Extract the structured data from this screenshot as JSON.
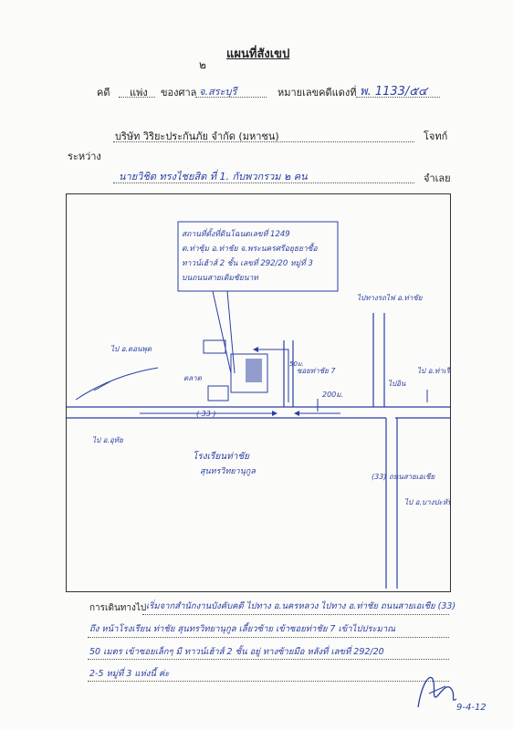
{
  "header": {
    "page_number": "๒",
    "title": "แผนที่สังเขป"
  },
  "case_line": {
    "label_case": "คดี",
    "case_type": "แพ่ง",
    "label_court": "ของศาล",
    "court_name": "จ.สระบุรี",
    "label_black_no": "หมายเลขคดีแดงที่",
    "black_no": "พ. 1133/๕๔"
  },
  "parties": {
    "plaintiff": "บริษัท วิริยะประกันภัย จำกัด (มหาชน)",
    "plaintiff_role": "โจทก์",
    "between_label": "ระหว่าง",
    "defendant": "นายวิชิต ทรงไชยสิต ที่ 1. กับพวกรวม ๒ คน",
    "defendant_role": "จำเลย"
  },
  "map": {
    "callout": [
      "สถานที่ตั้งที่ดินโฉนดเลขที่ 1249",
      "ต.ท่าซุ้ม อ.ท่าชัย จ.พระนครศรีอยุธยาซื้อ",
      "ทาวน์เฮ้าส์ 2 ชั้น เลขที่ 292/20 หมู่ที่ 3",
      "บนถนนสายเดิมชัยนาท"
    ],
    "label_road_top": "ไป อ.ดอนพุด",
    "label_market": "ตลาด",
    "label_soi": "ซอยท่าชัย 7",
    "label_50m": "50ม.",
    "label_200m": "200ม.",
    "label_route_no": "( 33 )",
    "label_utai": "ไป อ.อุทัย",
    "label_to_thachai": "ไปทางรถไฟ อ.ท่าชัย",
    "label_to_right": "ไป อ.ท่าเรือ",
    "label_nakhon": "ไปอิน",
    "label_school": "โรงเรียนท่าชัย",
    "label_school_sub": "สุนทรวิทยานุกูล",
    "label_route33": "(33) ถนนสายเอเชีย",
    "label_to_bangpahan": "ไป อ.บางปะหัน"
  },
  "directions": {
    "label": "การเดินทางไป",
    "lines": [
      "เริ่มจากสำนักงานบังคับคดี ไปทาง อ.นครหลวง ไปทาง อ.ท่าชัย ถนนสายเอเชีย (33)",
      "ถึง หน้าโรงเรียน ท่าชัย สุนทรวิทยานุกูล เลี้ยวซ้าย เข้าซอยท่าชัย 7 เข้าไปประมาณ",
      "50 เมตร เข้าซอยเล็กๆ มี ทาวน์เฮ้าส์ 2 ชั้น อยู่ ทางซ้ายมือ หลังที่ เลขที่ 292/20",
      "2-5 หมู่ที่ 3 แห่งนี้ ค่ะ"
    ]
  },
  "footer": {
    "date": "9-4-12"
  }
}
